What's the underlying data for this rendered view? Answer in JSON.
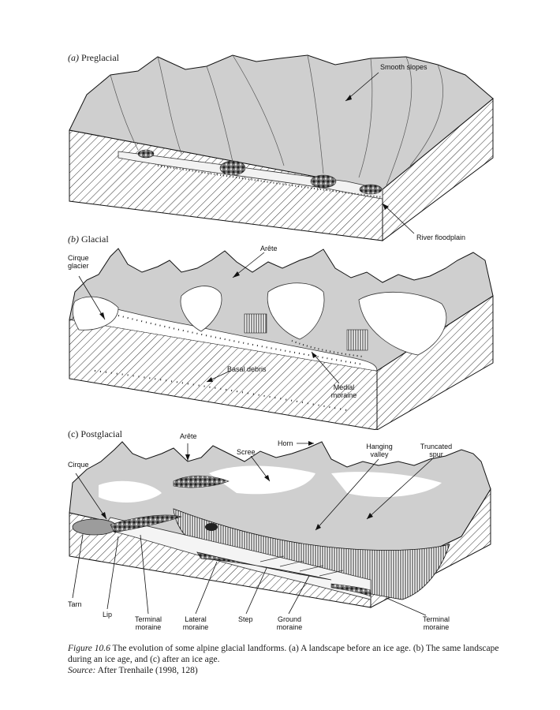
{
  "panels": {
    "a": {
      "letter": "(a)",
      "title": "Preglacial",
      "labels": {
        "smooth_slopes": "Smooth slopes",
        "river_floodplain": "River floodplain"
      }
    },
    "b": {
      "letter": "(b)",
      "title": "Glacial",
      "labels": {
        "cirque_glacier": "Cirque glacier",
        "arete": "Arête",
        "basal_debris": "Basal debris",
        "medial_moraine": "Medial moraine"
      }
    },
    "c": {
      "title": "(c) Postglacial",
      "labels": {
        "arete": "Arête",
        "horn": "Horn",
        "scree": "Scree",
        "hanging_valley": "Hanging valley",
        "truncated_spur": "Truncated spur",
        "cirque": "Cirque",
        "tarn": "Tarn",
        "lip": "Lip",
        "terminal_moraine_left": "Terminal moraine",
        "lateral_moraine": "Lateral moraine",
        "step": "Step",
        "ground_moraine": "Ground moraine",
        "terminal_moraine_right": "Terminal moraine"
      }
    }
  },
  "caption": {
    "figure_label": "Figure 10.6",
    "text": "The evolution of some alpine glacial landforms. (a) A landscape before an ice age. (b) The same landscape during an ice age, and (c) after an ice age.",
    "source_label": "Source:",
    "source_text": "After Trenhaile (1998, 128)"
  }
}
